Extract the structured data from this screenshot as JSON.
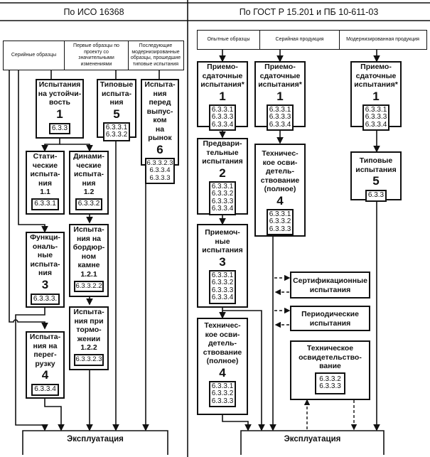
{
  "left_panel": {
    "title": "По ИСО 16368",
    "sources": [
      "Серийные образцы",
      "Первые образцы по проекту со значительными изменениями",
      "Последующие модернизированные образцы, прошедшие типовые испытания"
    ],
    "boxes": {
      "stability": {
        "title": "Испытания\nна устойчи-\nвость",
        "num": "1",
        "refs": "6.3.3"
      },
      "type_tests": {
        "title": "Типовые\nиспыта-\nния",
        "num": "5",
        "refs": "6.3.3.1\n6.3.3.2"
      },
      "pre_market": {
        "title": "Испыта-\nния\nперед\nвыпус-\nком\nна\nрынок",
        "num": "6",
        "refs": "6.3.3.2.3\n6.3.3.4\n6.3.3.3"
      },
      "static": {
        "title": "Стати-\nческие\nиспыта-\nния",
        "num": "1.1",
        "refs": "6.3.3.1"
      },
      "dynamic": {
        "title": "Динами-\nческие\nиспыта-\nния",
        "num": "1.2",
        "refs": "6.3.3.2"
      },
      "functional": {
        "title": "Функци-\nональ-\nные\nиспыта-\nния",
        "num": "3",
        "refs": "6.3.3.3."
      },
      "curb": {
        "title": "Испыта-\nния на\nбордюр-\nном\nкамне",
        "num": "1.2.1",
        "refs": "6.3.3.2.2"
      },
      "braking": {
        "title": "Испыта-\nния при\nтормо-\nжении",
        "num": "1.2.2",
        "refs": "6.3.3.2.3"
      },
      "overload": {
        "title": "Испыта-\nния на\nперег-\nрузку",
        "num": "4",
        "refs": "6.3.3.4"
      }
    },
    "operation": "Эксплуатация"
  },
  "right_panel": {
    "title": "По ГОСТ Р 15.201 и ПБ 10-611-03",
    "sources": [
      "Опытные образцы",
      "Серийная продукция",
      "Модернизированная продукция"
    ],
    "boxes": {
      "acceptance_a": {
        "title": "Приемо-\nсдаточные\nиспытания*",
        "num": "1",
        "refs": "6.3.3.1\n6.3.3.3\n6.3.3.4"
      },
      "acceptance_b": {
        "title": "Приемо-\nсдаточные\nиспытания*",
        "num": "1",
        "refs": "6.3.3.1\n6.3.3.3\n6.3.3.4"
      },
      "acceptance_c": {
        "title": "Приемо-\nсдаточные\nиспытания*",
        "num": "1",
        "refs": "6.3.3.1\n6.3.3.3\n6.3.3.4"
      },
      "preliminary": {
        "title": "Предвари-\nтельные\nиспытания",
        "num": "2",
        "refs": "6.3.3.1\n6.3.3.2\n6.3.3.3\n6.3.3.4"
      },
      "tech_survey_b": {
        "title": "Техничес-\nкое освИ-\nдетель-\nствование\n(полное)",
        "num": "4",
        "refs": "6.3.3.1\n6.3.3.2\n6.3.3.3"
      },
      "type_tests": {
        "title": "Типовые\nиспытания",
        "num": "5",
        "refs": "6.3.3"
      },
      "acceptance_3": {
        "title": "Приемоч-\nные\nиспытания",
        "num": "3",
        "refs": "6.3.3.1\n6.3.3.2\n6.3.3.3\n6.3.3.4"
      },
      "tech_survey_a": {
        "title": "Техничес-\nкое осви-\nдетель-\nствование\n(полное)",
        "num": "4",
        "refs": "6.3.3.1\n6.3.3.2\n6.3.3.3"
      },
      "certification": {
        "title": "Сертификационные\nиспытания"
      },
      "periodic": {
        "title": "Периодические\nиспытания"
      },
      "tech_survey_c": {
        "title": "Техническое\nосвидетельство-\nвание",
        "refs": "6.3.3.2\n6.3.3.3"
      }
    },
    "operation": "Эксплуатация"
  }
}
